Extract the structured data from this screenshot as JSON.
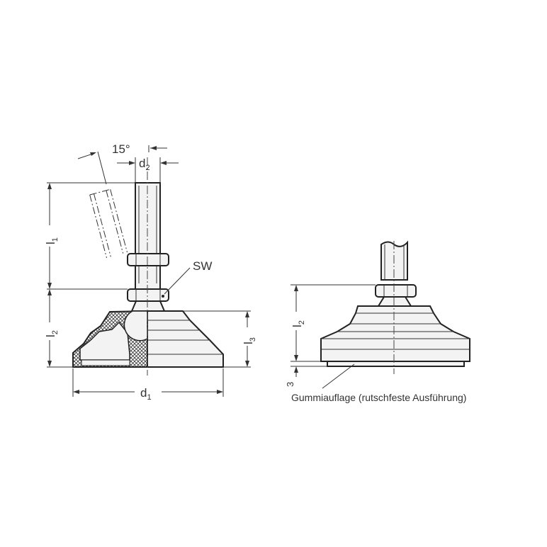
{
  "left_view": {
    "angle_label": "15°",
    "d2_label": "d",
    "d2_sub": "2",
    "d1_label": "d",
    "d1_sub": "1",
    "l1_label": "l",
    "l1_sub": "1",
    "l2_label": "l",
    "l2_sub": "2",
    "l3_label": "l",
    "l3_sub": "3",
    "sw_label": "SW"
  },
  "right_view": {
    "l2_label": "l",
    "l2_sub": "2",
    "pad_thickness_label": "3",
    "pad_caption": "Gummiauflage (rutschfeste Ausführung)"
  }
}
